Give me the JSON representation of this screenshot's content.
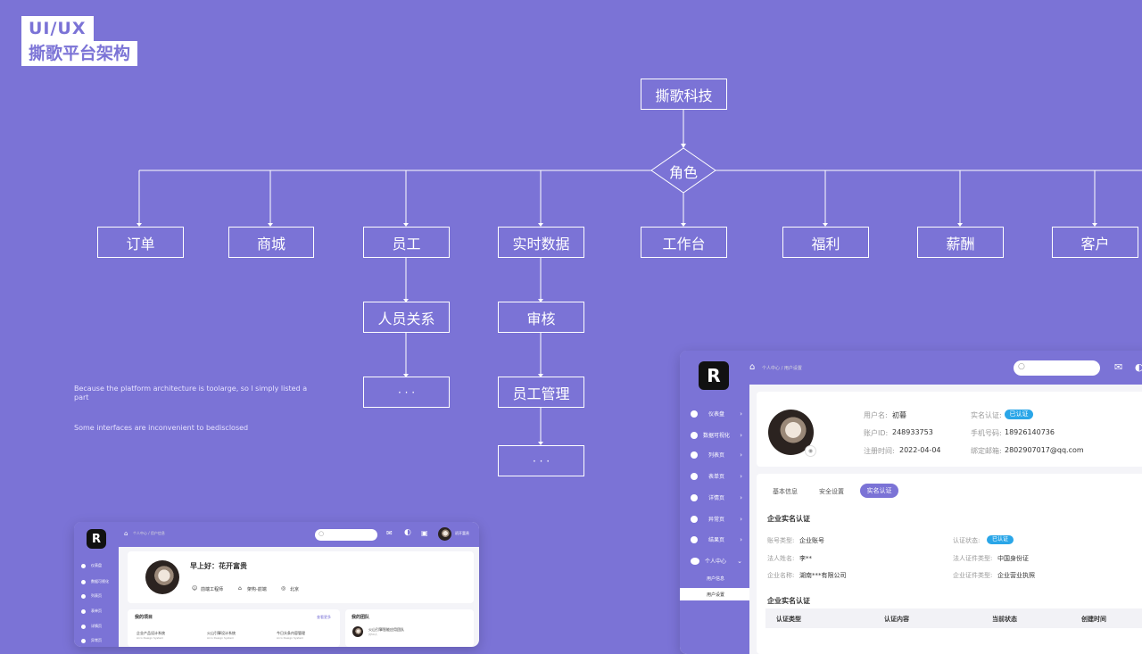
{
  "badge": {
    "line1": "UI/UX",
    "line2": "撕歌平台架构"
  },
  "diagram": {
    "root": "撕歌科技",
    "hub": "角色",
    "branches": [
      "订单",
      "商城",
      "员工",
      "实时数据",
      "工作台",
      "福利",
      "薪酬",
      "客户"
    ],
    "employee_children": [
      "人员关系",
      "· · ·"
    ],
    "realtime_children": [
      "审核",
      "员工管理",
      "· · ·"
    ]
  },
  "notes": {
    "line1": "Because the platform architecture is toolarge, so l simply listed a part",
    "line2": "Some interfaces are inconvenient to bedisclosed"
  },
  "small_window": {
    "breadcrumb": "个人中心 / 用户信息",
    "user_name": "初开富贵",
    "greeting": "早上好：花开富贵",
    "role": "前端工程师",
    "dept": "架构-前端",
    "city": "北京",
    "menu": [
      "仪表盘",
      "数据可视化",
      "列表页",
      "表单页",
      "详情页",
      "异常页"
    ],
    "projects_title": "我的项目",
    "projects_more": "查看更多",
    "projects": [
      "企业产品设计系统",
      "火山引擎设计系统",
      "今日头条内容管理"
    ],
    "project_sub": "Arco Design System",
    "team_title": "我的团队",
    "team_name": "火山引擎智能应用团队",
    "team_count": "共50人"
  },
  "large_window": {
    "breadcrumb": "个人中心 / 用户设置",
    "menu": [
      "仪表盘",
      "数据可视化",
      "列表页",
      "表单页",
      "详情页",
      "异常页",
      "结果页",
      "个人中心"
    ],
    "submenu": [
      "用户信息",
      "用户设置"
    ],
    "profile": {
      "username_label": "用户名:",
      "username": "初暮",
      "realname_label": "实名认证:",
      "realname_status": "已认证",
      "account_label": "账户ID:",
      "account": "248933753",
      "phone_label": "手机号码:",
      "phone": "18926140736",
      "register_label": "注册时间:",
      "register": "2022-04-04",
      "email_label": "绑定邮箱:",
      "email": "2802907017@qq.com"
    },
    "tabs": [
      "基本信息",
      "安全设置",
      "实名认证"
    ],
    "section_title": "企业实名认证",
    "fields": {
      "acct_type_label": "账号类型:",
      "acct_type": "企业账号",
      "auth_status_label": "认证状态:",
      "auth_status": "已认证",
      "legal_name_label": "法人姓名:",
      "legal_name": "李**",
      "legal_id_label": "法人证件类型:",
      "legal_id": "中国身份证",
      "company_label": "企业名称:",
      "company": "湖南***有限公司",
      "company_id_label": "企业证件类型:",
      "company_id": "企业营业执照"
    },
    "section_title2": "企业实名认证",
    "table_headers": [
      "认证类型",
      "认证内容",
      "当前状态",
      "创建时间"
    ]
  },
  "colors": {
    "background": "#7b73d6",
    "accent": "#2aa6e8",
    "line": "#ffffff"
  }
}
